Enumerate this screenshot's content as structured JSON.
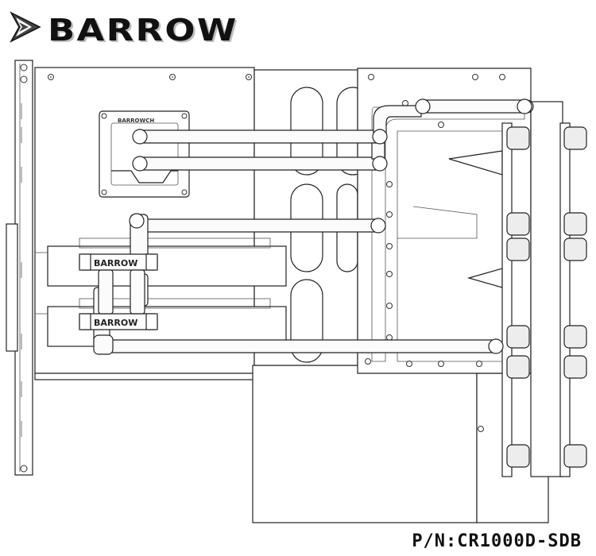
{
  "brand": {
    "name": "BARROW",
    "logo_icon": "barrow-triangle-logo-icon"
  },
  "part_number": "P/N:CR1000D-SDB",
  "gpu_blocks": [
    {
      "label": "BARROW"
    },
    {
      "label": "BARROW"
    }
  ],
  "cpu_block": {
    "label": "BARROWCH"
  },
  "colors": {
    "line": "#222222",
    "tube_fill": "#fbfbfb",
    "fan_fill": "#ededed",
    "background": "#ffffff"
  }
}
